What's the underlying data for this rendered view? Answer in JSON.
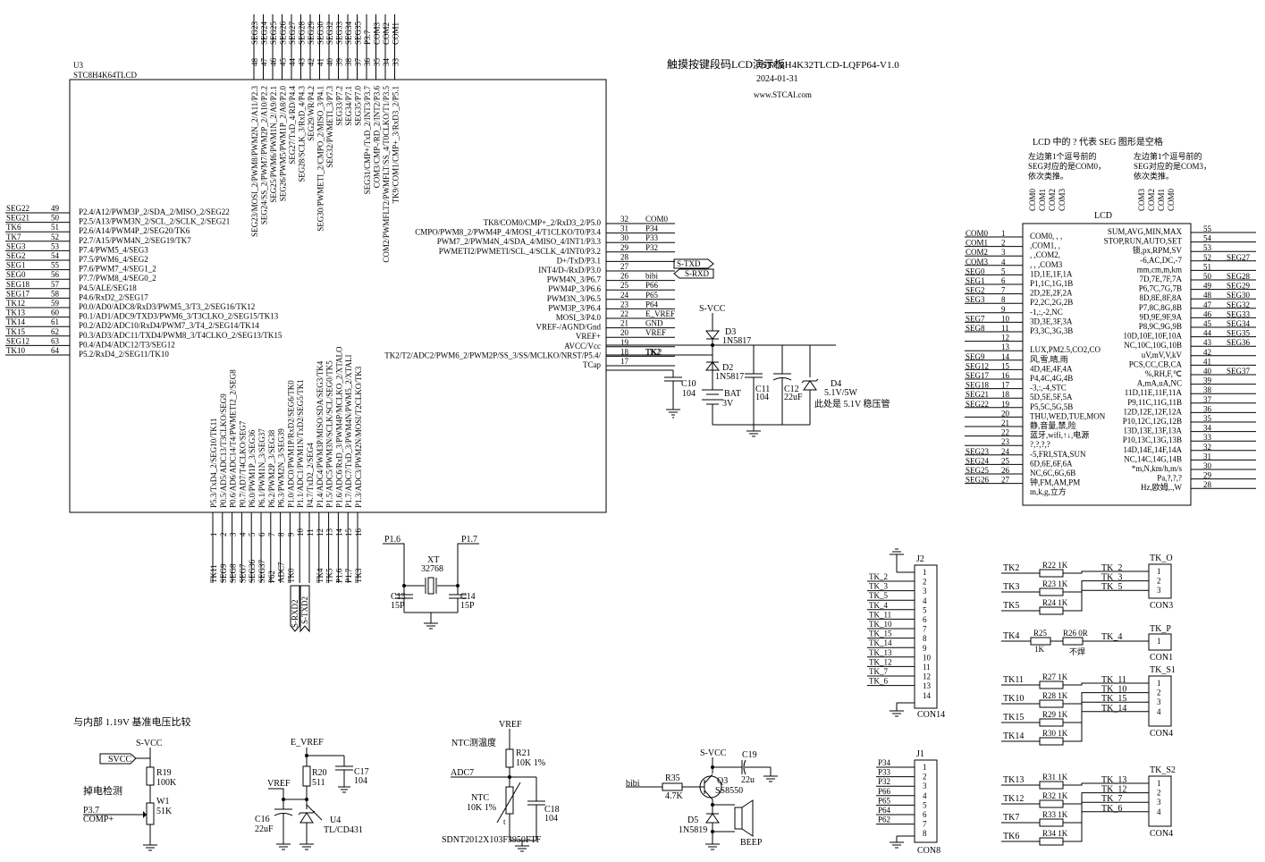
{
  "title": {
    "main": "触摸按键段码LCD演示板",
    "board": "STC8H4K32TLCD-LQFP64-V1.0",
    "date": "2024-01-31",
    "url": "www.STCAI.com"
  },
  "u3": {
    "ref": "U3",
    "part": "STC8H4K64TLCD",
    "left_pins": [
      {
        "net": "SEG22",
        "num": "49",
        "func": "P2.4/A12/PWM3P_2/SDA_2/MISO_2/SEG22"
      },
      {
        "net": "SEG21",
        "num": "50",
        "func": "P2.5/A13/PWM3N_2/SCL_2/SCLK_2/SEG21"
      },
      {
        "net": "TK6",
        "num": "51",
        "func": "P2.6/A14/PWM4P_2/SEG20/TK6"
      },
      {
        "net": "TK7",
        "num": "52",
        "func": "P2.7/A15/PWM4N_2/SEG19/TK7"
      },
      {
        "net": "SEG3",
        "num": "53",
        "func": "P7.4/PWM5_4/SEG3"
      },
      {
        "net": "SEG2",
        "num": "54",
        "func": "P7.5/PWM6_4/SEG2"
      },
      {
        "net": "SEG1",
        "num": "55",
        "func": "P7.6/PWM7_4/SEG1_2"
      },
      {
        "net": "SEG0",
        "num": "56",
        "func": "P7.7/PWM8_4/SEG0_2"
      },
      {
        "net": "SEG18",
        "num": "57",
        "func": "P4.5/ALE/SEG18"
      },
      {
        "net": "SEG17",
        "num": "58",
        "func": "P4.6/RxD2_2/SEG17"
      },
      {
        "net": "TK12",
        "num": "59",
        "func": "P0.0/AD0/ADC8/RxD3/PWM5_3/T3_2/SEG16/TK12"
      },
      {
        "net": "TK13",
        "num": "60",
        "func": "P0.1/AD1/ADC9/TXD3/PWM6_3/T3CLKO_2/SEG15/TK13"
      },
      {
        "net": "TK14",
        "num": "61",
        "func": "P0.2/AD2/ADC10/RxD4/PWM7_3/T4_2/SEG14/TK14"
      },
      {
        "net": "TK15",
        "num": "62",
        "func": "P0.3/AD3/ADC11/TXD4/PWM8_3/T4CLKO_2/SEG13/TK15"
      },
      {
        "net": "SEG12",
        "num": "63",
        "func": "P0.4/AD4/ADC12/T3/SEG12"
      },
      {
        "net": "TK10",
        "num": "64",
        "func": "P5.2/RxD4_2/SEG11/TK10"
      }
    ],
    "right_pins": [
      {
        "net": "COM0",
        "num": "32",
        "func": "TK8/COM0/CMP+_2/RxD3_2/P5.0"
      },
      {
        "net": "P34",
        "num": "31",
        "func": "CMPO/PWM8_2/PWM4P_4/MOSI_4/T1CLKO/T0/P3.4"
      },
      {
        "net": "P33",
        "num": "30",
        "func": "PWM7_2/PWM4N_4/SDA_4/MISO_4/INT1/P3.3"
      },
      {
        "net": "P32",
        "num": "29",
        "func": "PWMETI2/PWMETI/SCL_4/SCLK_4/INT0/P3.2"
      },
      {
        "net": "S-TXD",
        "num": "28",
        "func": "D+/TxD/P3.1"
      },
      {
        "net": "S-RXD",
        "num": "27",
        "func": "INT4/D-/RxD/P3.0"
      },
      {
        "net": "bibi",
        "num": "26",
        "func": "PWM4N_3/P6.7"
      },
      {
        "net": "P66",
        "num": "25",
        "func": "PWM4P_3/P6.6"
      },
      {
        "net": "P65",
        "num": "24",
        "func": "PWM3N_3/P6.5"
      },
      {
        "net": "P64",
        "num": "23",
        "func": "PWM3P_3/P6.4"
      },
      {
        "net": "E_VREF",
        "num": "22",
        "func": "MOSI_3/P4.0"
      },
      {
        "net": "GND",
        "num": "21",
        "func": "VREF-/AGND/Gnd"
      },
      {
        "net": "VREF",
        "num": "20",
        "func": "VREF+"
      },
      {
        "net": "",
        "num": "19",
        "func": "AVCC/Vcc"
      },
      {
        "net": "TK2",
        "num": "18",
        "func": "TK2/T2/ADC2/PWM6_2/PWM2P/SS_3/SS/MCLKO/NRST/P5.4/"
      },
      {
        "net": "",
        "num": "17",
        "func": "TCap"
      }
    ],
    "top_pins": [
      {
        "net": "SEG23",
        "num": "48",
        "func": "SEG23/MOSI_2/PWM8/PWM2N_2/A11/P2.3"
      },
      {
        "net": "SEG24",
        "num": "47",
        "func": "SEG24/SS_2/PWM7/PWM2P_2/A10/P2.2"
      },
      {
        "net": "SEG25",
        "num": "46",
        "func": "SEG25/PWM6/PWM1N_2/A9/P2.1"
      },
      {
        "net": "SEG26",
        "num": "45",
        "func": "SEG26/PWM5/PWM1P_2/A8/P2.0"
      },
      {
        "net": "SEG27",
        "num": "44",
        "func": "SEG27/TxD_4/RD/P4.4"
      },
      {
        "net": "SEG28",
        "num": "43",
        "func": "SEG28/SCLK_3/RxD_4/P4.3"
      },
      {
        "net": "SEG29",
        "num": "42",
        "func": "SEG29/WR/P4.2"
      },
      {
        "net": "SEG30",
        "num": "41",
        "func": "SEG30/PWMETI_2/CMPO_2/MISO_3/P4.1"
      },
      {
        "net": "SEG32",
        "num": "40",
        "func": "SEG32/PWMETI_3/P7.3"
      },
      {
        "net": "SEG33",
        "num": "39",
        "func": "SEG33/P7.2"
      },
      {
        "net": "SEG34",
        "num": "38",
        "func": "SEG34/P7.1"
      },
      {
        "net": "SEG35",
        "num": "37",
        "func": "SEG35/P7.0"
      },
      {
        "net": "P3.7",
        "num": "36",
        "func": "SEG31/CMP+/TxD_2/INT3/P3.7"
      },
      {
        "net": "COM3",
        "num": "35",
        "func": "COM3/CMP-/RD_2/INT2/P3.6"
      },
      {
        "net": "COM2",
        "num": "34",
        "func": "COM2/PWMFLT2/PWMFLT/SS_4/T0CLKO/T1/P3.5"
      },
      {
        "net": "COM1",
        "num": "33",
        "func": "TK9/COM1/CMP+_3/RxD3_2/P5.1"
      }
    ],
    "bottom_pins": [
      {
        "net": "TK11",
        "num": "1",
        "func": "P5.3/TxD4_2/SEG10/TK11"
      },
      {
        "net": "SEG9",
        "num": "2",
        "func": "P0.5/AD5/ADC13/T3CLKO/SEG9"
      },
      {
        "net": "SEG8",
        "num": "3",
        "func": "P0.6/AD6/ADC14/T4/PWMETI2_2/SEG8"
      },
      {
        "net": "SEG7",
        "num": "4",
        "func": "P0.7/AD7/T4CLKO/SEG7"
      },
      {
        "net": "SEG36",
        "num": "5",
        "func": "P6.0/PWM1P_3/SEG36"
      },
      {
        "net": "SEG37",
        "num": "6",
        "func": "P6.1/PWM1N_3/SEG37"
      },
      {
        "net": "P62",
        "num": "7",
        "func": "P6.2/PWM2P_3/SEG38"
      },
      {
        "net": "ADC7",
        "num": "8",
        "func": "P6.3/PWM2N_3/SEG39"
      },
      {
        "net": "TK0",
        "num": "9",
        "func": "P1.0/ADC0/PWM1P/RxD2/SEG6/TK0"
      },
      {
        "net": "S-RXD2",
        "num": "10",
        "func": "P1.1/ADC1/PWM1N/TxD2/SEG5/TK1"
      },
      {
        "net": "S-TXD2",
        "num": "11",
        "func": "P4.7/TxD2_2/SEG4"
      },
      {
        "net": "TK4",
        "num": "12",
        "func": "P1.4/ADC4/PWM3P/MISO/SDA/SEG3/TK4"
      },
      {
        "net": "TK5",
        "num": "13",
        "func": "P1.5/ADC5/PWM3N/SCLK/SCL/SEG0/TK5"
      },
      {
        "net": "P1.6",
        "num": "14",
        "func": "P1.6/ADC6/RxD_3/PWM4P/MCLKO_2/XTALO"
      },
      {
        "net": "P1.7",
        "num": "15",
        "func": "P1.7/ADC7/TxD_3/PWM4N/PWM5_2/XTALI"
      },
      {
        "net": "TK3",
        "num": "16",
        "func": "P1.3/ADC3/PWM2N/MOSI/T2CLKO/TK3"
      }
    ],
    "arrows": [
      "S-TXD",
      "S-RXD",
      "S-RXD2",
      "S-TXD2"
    ]
  },
  "power": {
    "svcc": "S-VCC",
    "d3": {
      "ref": "D3",
      "part": "1N5817"
    },
    "d2": {
      "ref": "D2",
      "part": "1N5817"
    },
    "bat": {
      "ref": "BAT",
      "val": "3V"
    },
    "c10": {
      "ref": "C10",
      "val": "104"
    },
    "c11": {
      "ref": "C11",
      "val": "104"
    },
    "c12": {
      "ref": "C12",
      "val": "22uF"
    },
    "d4": {
      "ref": "D4",
      "val": "5.1V/5W"
    },
    "note": "此处是 5.1V 稳压管",
    "tk2": "TK2"
  },
  "xtal": {
    "p16": "P1.6",
    "p17": "P1.7",
    "ref": "XT",
    "val": "32768",
    "c13": "C13",
    "c13v": "15P",
    "c14": "C14",
    "c14v": "15P"
  },
  "lcd": {
    "note": "LCD 中的 ? 代表 SEG 图形是空格",
    "left_note": [
      "左边第1个逗号前的",
      "SEG对应的是COM0，",
      "依次类推。"
    ],
    "right_note": [
      "左边第1个逗号前的",
      "SEG对应的是COM3，",
      "依次类推。"
    ],
    "coms_left": [
      "COM0",
      "COM1",
      "COM2",
      "COM3"
    ],
    "coms_right": [
      "COM3",
      "COM2",
      "COM1",
      "COM0"
    ],
    "title": "LCD",
    "left": [
      {
        "net": "COM0",
        "num": "1",
        "txt": "COM0, , ,"
      },
      {
        "net": "COM1",
        "num": "2",
        "txt": ",COM1, ,"
      },
      {
        "net": "COM2",
        "num": "3",
        "txt": ", ,COM2,"
      },
      {
        "net": "COM3",
        "num": "4",
        "txt": ", , ,COM3"
      },
      {
        "net": "SEG0",
        "num": "5",
        "txt": "1D,1E,1F,1A"
      },
      {
        "net": "SEG1",
        "num": "6",
        "txt": "P1,1C,1G,1B"
      },
      {
        "net": "SEG2",
        "num": "7",
        "txt": "2D,2E,2F,2A"
      },
      {
        "net": "SEG3",
        "num": "8",
        "txt": "P2,2C,2G,2B"
      },
      {
        "net": "",
        "num": "9",
        "txt": "-1,:,-2,NC"
      },
      {
        "net": "SEG7",
        "num": "10",
        "txt": "3D,3E,3F,3A"
      },
      {
        "net": "SEG8",
        "num": "11",
        "txt": "P3,3C,3G,3B"
      },
      {
        "net": "",
        "num": "12",
        "txt": ""
      },
      {
        "net": "",
        "num": "13",
        "txt": "LUX,PM2.5,CO2,CO"
      },
      {
        "net": "SEG9",
        "num": "14",
        "txt": "风,雪,晴,雨"
      },
      {
        "net": "SEG12",
        "num": "15",
        "txt": "4D,4E,4F,4A"
      },
      {
        "net": "SEG17",
        "num": "16",
        "txt": "P4,4C,4G,4B"
      },
      {
        "net": "SEG18",
        "num": "17",
        "txt": "-3,:,-4,STC"
      },
      {
        "net": "SEG21",
        "num": "18",
        "txt": "5D,5E,5F,5A"
      },
      {
        "net": "SEG22",
        "num": "19",
        "txt": "P5,5C,5G,5B"
      },
      {
        "net": "",
        "num": "20",
        "txt": "THU,WED,TUE,MON"
      },
      {
        "net": "",
        "num": "21",
        "txt": "静,音量,禁,险"
      },
      {
        "net": "",
        "num": "22",
        "txt": "蓝牙,wifi,↑↓,电源"
      },
      {
        "net": "",
        "num": "23",
        "txt": "?,?,?,?"
      },
      {
        "net": "SEG23",
        "num": "24",
        "txt": "-5,FRI,STA,SUN"
      },
      {
        "net": "SEG24",
        "num": "25",
        "txt": "6D,6E,6F,6A"
      },
      {
        "net": "SEG25",
        "num": "26",
        "txt": "NC,6C,6G,6B"
      },
      {
        "net": "SEG26",
        "num": "27",
        "txt": "钟,FM,AM,PM"
      },
      {
        "net": "",
        "num": "",
        "txt": "m,k,g,立方"
      }
    ],
    "right": [
      {
        "net": "",
        "num": "55",
        "txt": "SUM,AVG,MIN,MAX"
      },
      {
        "net": "",
        "num": "54",
        "txt": "STOP,RUN,AUTO,SET"
      },
      {
        "net": "",
        "num": "53",
        "txt": "锁,px,RPM,SV"
      },
      {
        "net": "SEG27",
        "num": "52",
        "txt": "-6,AC,DC,-7"
      },
      {
        "net": "",
        "num": "51",
        "txt": "mm,cm,m,km"
      },
      {
        "net": "SEG28",
        "num": "50",
        "txt": "7D,7E,7F,7A"
      },
      {
        "net": "SEG29",
        "num": "49",
        "txt": "P6,7C,7G,7B"
      },
      {
        "net": "SEG30",
        "num": "48",
        "txt": "8D,8E,8F,8A"
      },
      {
        "net": "SEG32",
        "num": "47",
        "txt": "P7,8C,8G,8B"
      },
      {
        "net": "SEG33",
        "num": "46",
        "txt": "9D,9E,9F,9A"
      },
      {
        "net": "SEG34",
        "num": "45",
        "txt": "P8,9C,9G,9B"
      },
      {
        "net": "SEG35",
        "num": "44",
        "txt": "10D,10E,10F,10A"
      },
      {
        "net": "SEG36",
        "num": "43",
        "txt": "NC,10C,10G,10B"
      },
      {
        "net": "",
        "num": "42",
        "txt": "uV,mV,V,kV"
      },
      {
        "net": "",
        "num": "41",
        "txt": "PCS,CC,CB,CA"
      },
      {
        "net": "SEG37",
        "num": "40",
        "txt": "%,RH,F,℃"
      },
      {
        "net": "",
        "num": "39",
        "txt": "A,mA,uA,NC"
      },
      {
        "net": "",
        "num": "38",
        "txt": "11D,11E,11F,11A"
      },
      {
        "net": "",
        "num": "37",
        "txt": "P9,11C,11G,11B"
      },
      {
        "net": "",
        "num": "36",
        "txt": "12D,12E,12F,12A"
      },
      {
        "net": "",
        "num": "35",
        "txt": "P10,12C,12G,12B"
      },
      {
        "net": "",
        "num": "34",
        "txt": "13D,13E,13F,13A"
      },
      {
        "net": "",
        "num": "33",
        "txt": "P10,13C,13G,13B"
      },
      {
        "net": "",
        "num": "32",
        "txt": "14D,14E,14F,14A"
      },
      {
        "net": "",
        "num": "31",
        "txt": "NC,14C,14G,14B"
      },
      {
        "net": "",
        "num": "30",
        "txt": "*m,N,km/h,m/s"
      },
      {
        "net": "",
        "num": "29",
        "txt": "Pa,?,?,?"
      },
      {
        "net": "",
        "num": "28",
        "txt": "Hz,欧姆,.,W"
      }
    ]
  },
  "j2": {
    "ref": "J2",
    "part": "CON14",
    "nets": [
      "TK_2",
      "TK_3",
      "TK_5",
      "TK_4",
      "TK_11",
      "TK_10",
      "TK_15",
      "TK_14",
      "TK_13",
      "TK_12",
      "TK_7",
      "TK_6"
    ],
    "pins": [
      "1",
      "2",
      "3",
      "4",
      "5",
      "6",
      "7",
      "8",
      "9",
      "10",
      "11",
      "12",
      "13",
      "14"
    ]
  },
  "j1": {
    "ref": "J1",
    "part": "CON8",
    "nets": [
      "P34",
      "P33",
      "P32",
      "P66",
      "P65",
      "P64",
      "P62"
    ],
    "pins": [
      "1",
      "2",
      "3",
      "4",
      "5",
      "6",
      "7",
      "8"
    ]
  },
  "tk": {
    "tko": {
      "ref": "TK_O",
      "part": "CON3",
      "rows": [
        {
          "in": "TK2",
          "r": "R22",
          "v": "1K",
          "out": "TK_2"
        },
        {
          "in": "TK3",
          "r": "R23",
          "v": "1K",
          "out": "TK_3"
        },
        {
          "in": "TK5",
          "r": "R24",
          "v": "1K",
          "out": "TK_5"
        }
      ],
      "pins": [
        "1",
        "2",
        "3"
      ]
    },
    "tkp": {
      "ref": "TK_P",
      "part": "CON1",
      "in": "TK4",
      "r1": "R25",
      "r1v": "1K",
      "r2": "R26",
      "r2v": "0R",
      "note": "不焊",
      "out": "TK_4",
      "pins": [
        "1"
      ]
    },
    "tks1": {
      "ref": "TK_S1",
      "part": "CON4",
      "rows": [
        {
          "in": "TK11",
          "r": "R27",
          "v": "1K",
          "out": "TK_11"
        },
        {
          "in": "TK10",
          "r": "R28",
          "v": "1K",
          "out": "TK_10"
        },
        {
          "in": "TK15",
          "r": "R29",
          "v": "1K",
          "out": "TK_15"
        },
        {
          "in": "TK14",
          "r": "R30",
          "v": "1K",
          "out": "TK_14"
        }
      ],
      "pins": [
        "1",
        "2",
        "3",
        "4"
      ]
    },
    "tks2": {
      "ref": "TK_S2",
      "part": "CON4",
      "rows": [
        {
          "in": "TK13",
          "r": "R31",
          "v": "1K",
          "out": "TK_13"
        },
        {
          "in": "TK12",
          "r": "R32",
          "v": "1K",
          "out": "TK_12"
        },
        {
          "in": "TK7",
          "r": "R33",
          "v": "1K",
          "out": "TK_7"
        },
        {
          "in": "TK6",
          "r": "R34",
          "v": "1K",
          "out": "TK_6"
        }
      ],
      "pins": [
        "1",
        "2",
        "3",
        "4"
      ]
    }
  },
  "bottom": {
    "cmp_title": "与内部 1.19V 基准电压比较",
    "svcc": "S-VCC",
    "svcc_tag": "SVCC",
    "r19": "R19",
    "r19v": "100K",
    "pd": "掉电检测",
    "p37": "P3.7",
    "comp": "COMP+",
    "w1": "W1",
    "w1v": "51K",
    "evref": "E_VREF",
    "vref": "VREF",
    "r20": "R20",
    "r20v": "511",
    "c17": "C17",
    "c17v": "104",
    "c16": "C16",
    "c16v": "22uF",
    "u4": "U4",
    "u4v": "TL/CD431",
    "ntc_title": "NTC测温度",
    "vref2": "VREF",
    "r21": "R21",
    "r21v": "10K 1%",
    "adc7": "ADC7",
    "ntc": "NTC",
    "ntcv": "10K 1%",
    "c18": "C18",
    "c18v": "104",
    "ntc_part": "SDNT2012X103F3950FTF",
    "t": "t",
    "svcc3": "S-VCC",
    "bibi": "bibi",
    "r35": "R35",
    "r35v": "4.7K",
    "q3": "Q3",
    "q3v": "SS8550",
    "c19": "C19",
    "c19v": "22u",
    "d5": "D5",
    "d5v": "1N5819",
    "beep": "BEEP"
  }
}
